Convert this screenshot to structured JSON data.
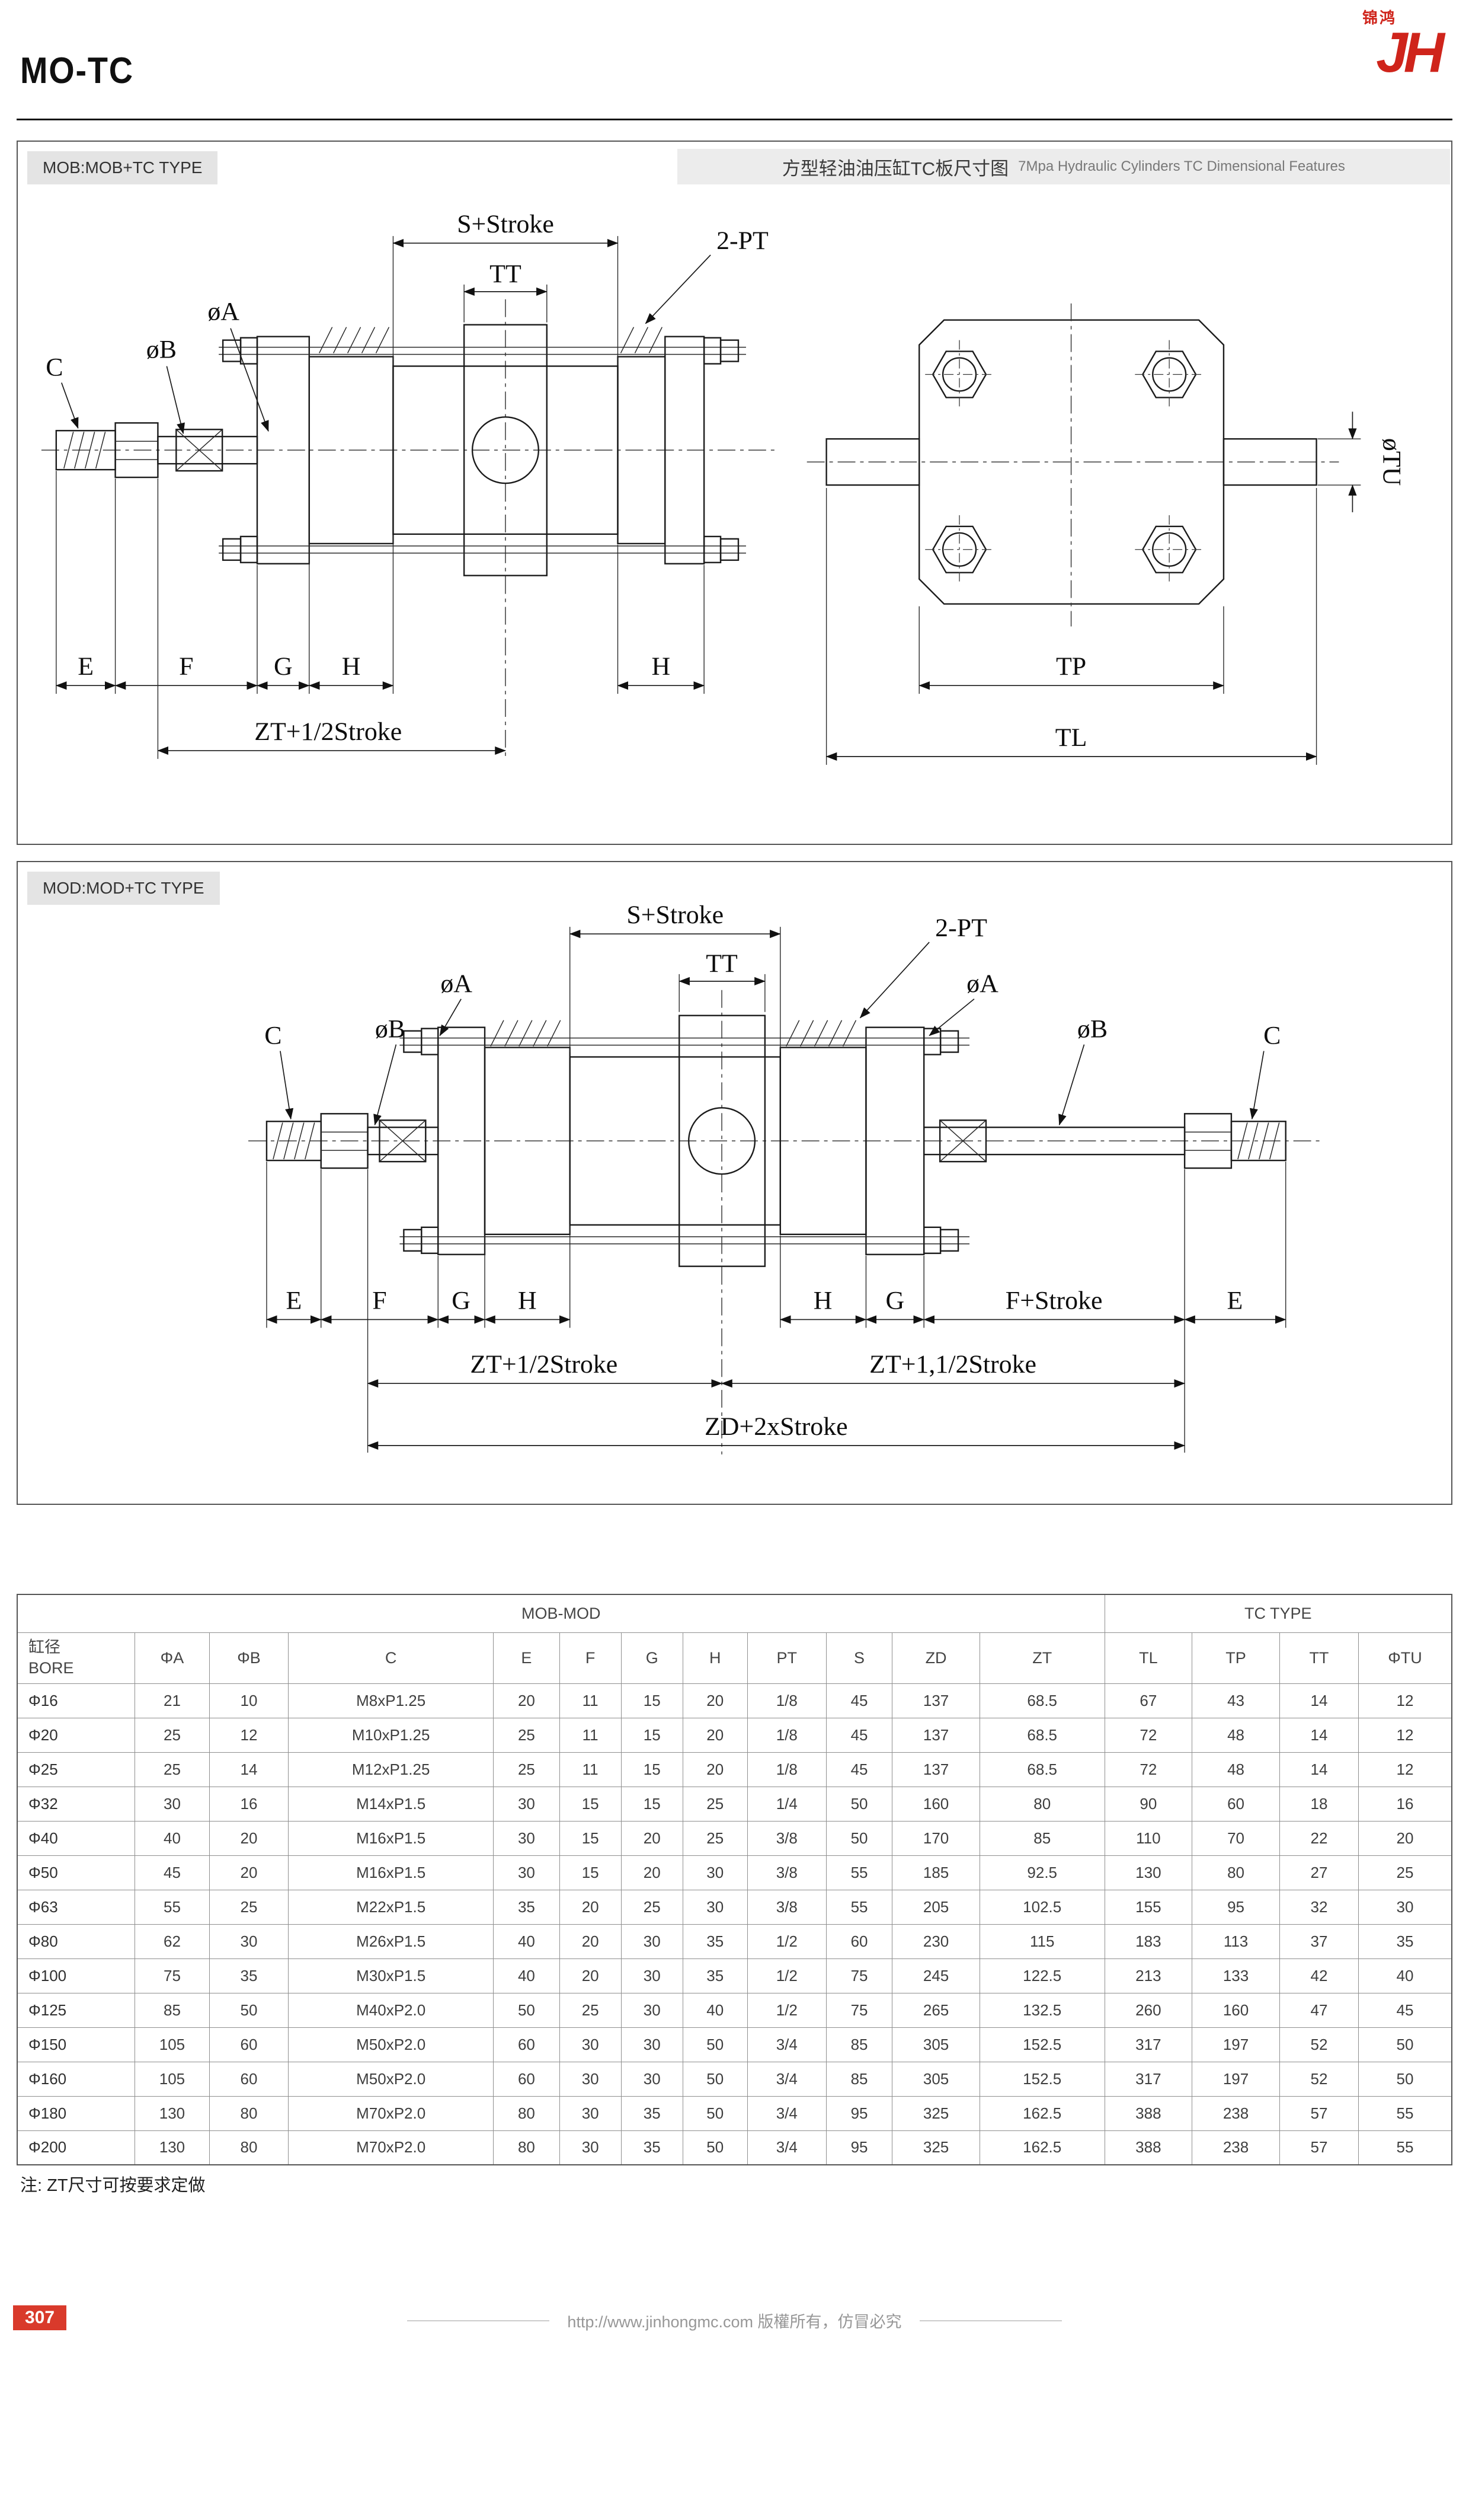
{
  "header": {
    "title": "MO-TC",
    "logo_text": "JH",
    "logo_cn": "锦鸿"
  },
  "caption": {
    "cn": "方型轻油油压缸TC板尺寸图",
    "en": "7Mpa Hydraulic Cylinders TC Dimensional Features"
  },
  "drawings": {
    "mob": {
      "tag": "MOB:MOB+TC TYPE",
      "labels": {
        "s_stroke": "S+Stroke",
        "tt": "TT",
        "pt": "2-PT",
        "phi_a": "øA",
        "phi_b": "øB",
        "c": "C",
        "e": "E",
        "f": "F",
        "g": "G",
        "h_left": "H",
        "h_right": "H",
        "zt": "ZT+1/2Stroke",
        "phi_tu": "øTU",
        "tp": "TP",
        "tl": "TL"
      }
    },
    "mod": {
      "tag": "MOD:MOD+TC TYPE",
      "labels": {
        "s_stroke": "S+Stroke",
        "tt": "TT",
        "pt": "2-PT",
        "phi_a_left": "øA",
        "phi_a_right": "øA",
        "phi_b_left": "øB",
        "phi_b_right": "øB",
        "c_left": "C",
        "c_right": "C",
        "e_left": "E",
        "f": "F",
        "g_left": "G",
        "h_left": "H",
        "h_right": "H",
        "g_right": "G",
        "f_stroke": "F+Stroke",
        "e_right": "E",
        "zt_left": "ZT+1/2Stroke",
        "zt_right": "ZT+1,1/2Stroke",
        "zd": "ZD+2xStroke"
      }
    }
  },
  "table": {
    "group_mob": "MOB-MOD",
    "group_tc": "TC TYPE",
    "col_bore_cn": "缸径",
    "col_bore_en": "BORE",
    "columns": [
      "ΦA",
      "ΦB",
      "C",
      "E",
      "F",
      "G",
      "H",
      "PT",
      "S",
      "ZD",
      "ZT",
      "TL",
      "TP",
      "TT",
      "ΦTU"
    ],
    "rows": [
      {
        "bore": "Φ16",
        "cells": [
          "21",
          "10",
          "M8xP1.25",
          "20",
          "11",
          "15",
          "20",
          "1/8",
          "45",
          "137",
          "68.5",
          "67",
          "43",
          "14",
          "12"
        ]
      },
      {
        "bore": "Φ20",
        "cells": [
          "25",
          "12",
          "M10xP1.25",
          "25",
          "11",
          "15",
          "20",
          "1/8",
          "45",
          "137",
          "68.5",
          "72",
          "48",
          "14",
          "12"
        ]
      },
      {
        "bore": "Φ25",
        "cells": [
          "25",
          "14",
          "M12xP1.25",
          "25",
          "11",
          "15",
          "20",
          "1/8",
          "45",
          "137",
          "68.5",
          "72",
          "48",
          "14",
          "12"
        ]
      },
      {
        "bore": "Φ32",
        "cells": [
          "30",
          "16",
          "M14xP1.5",
          "30",
          "15",
          "15",
          "25",
          "1/4",
          "50",
          "160",
          "80",
          "90",
          "60",
          "18",
          "16"
        ]
      },
      {
        "bore": "Φ40",
        "cells": [
          "40",
          "20",
          "M16xP1.5",
          "30",
          "15",
          "20",
          "25",
          "3/8",
          "50",
          "170",
          "85",
          "110",
          "70",
          "22",
          "20"
        ]
      },
      {
        "bore": "Φ50",
        "cells": [
          "45",
          "20",
          "M16xP1.5",
          "30",
          "15",
          "20",
          "30",
          "3/8",
          "55",
          "185",
          "92.5",
          "130",
          "80",
          "27",
          "25"
        ]
      },
      {
        "bore": "Φ63",
        "cells": [
          "55",
          "25",
          "M22xP1.5",
          "35",
          "20",
          "25",
          "30",
          "3/8",
          "55",
          "205",
          "102.5",
          "155",
          "95",
          "32",
          "30"
        ]
      },
      {
        "bore": "Φ80",
        "cells": [
          "62",
          "30",
          "M26xP1.5",
          "40",
          "20",
          "30",
          "35",
          "1/2",
          "60",
          "230",
          "115",
          "183",
          "113",
          "37",
          "35"
        ]
      },
      {
        "bore": "Φ100",
        "cells": [
          "75",
          "35",
          "M30xP1.5",
          "40",
          "20",
          "30",
          "35",
          "1/2",
          "75",
          "245",
          "122.5",
          "213",
          "133",
          "42",
          "40"
        ]
      },
      {
        "bore": "Φ125",
        "cells": [
          "85",
          "50",
          "M40xP2.0",
          "50",
          "25",
          "30",
          "40",
          "1/2",
          "75",
          "265",
          "132.5",
          "260",
          "160",
          "47",
          "45"
        ]
      },
      {
        "bore": "Φ150",
        "cells": [
          "105",
          "60",
          "M50xP2.0",
          "60",
          "30",
          "30",
          "50",
          "3/4",
          "85",
          "305",
          "152.5",
          "317",
          "197",
          "52",
          "50"
        ]
      },
      {
        "bore": "Φ160",
        "cells": [
          "105",
          "60",
          "M50xP2.0",
          "60",
          "30",
          "30",
          "50",
          "3/4",
          "85",
          "305",
          "152.5",
          "317",
          "197",
          "52",
          "50"
        ]
      },
      {
        "bore": "Φ180",
        "cells": [
          "130",
          "80",
          "M70xP2.0",
          "80",
          "30",
          "35",
          "50",
          "3/4",
          "95",
          "325",
          "162.5",
          "388",
          "238",
          "57",
          "55"
        ]
      },
      {
        "bore": "Φ200",
        "cells": [
          "130",
          "80",
          "M70xP2.0",
          "80",
          "30",
          "35",
          "50",
          "3/4",
          "95",
          "325",
          "162.5",
          "388",
          "238",
          "57",
          "55"
        ]
      }
    ]
  },
  "note": "注: ZT尺寸可按要求定做",
  "footer": {
    "page": "307",
    "text": "http://www.jinhongmc.com 版權所有，仿冒必究"
  }
}
